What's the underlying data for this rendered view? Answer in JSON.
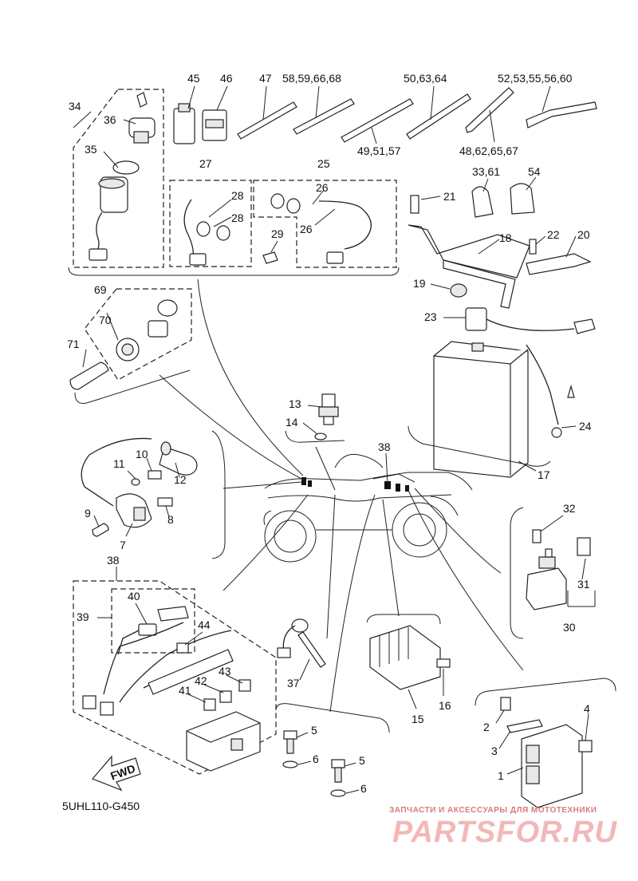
{
  "diagram_code": "5UHL110-G450",
  "fwd_label": "FWD",
  "watermark": {
    "tagline": "ЗАПЧАСТИ И АКСЕССУАРЫ ДЛЯ МОТОТЕХНИКИ",
    "brand": "PARTSFOR.RU"
  },
  "callouts": [
    "34",
    "36",
    "35",
    "45",
    "46",
    "47",
    "58,59,66,68",
    "50,63,64",
    "52,53,55,56,60",
    "49,51,57",
    "48,62,65,67",
    "27",
    "28",
    "28",
    "25",
    "26",
    "26",
    "29",
    "21",
    "33,61",
    "54",
    "18",
    "22",
    "20",
    "19",
    "23",
    "24",
    "17",
    "69",
    "70",
    "71",
    "13",
    "14",
    "38",
    "11",
    "10",
    "12",
    "9",
    "7",
    "8",
    "32",
    "31",
    "30",
    "38",
    "40",
    "39",
    "44",
    "43",
    "42",
    "41",
    "37",
    "15",
    "16",
    "5",
    "6",
    "5",
    "6",
    "2",
    "3",
    "4",
    "1"
  ]
}
